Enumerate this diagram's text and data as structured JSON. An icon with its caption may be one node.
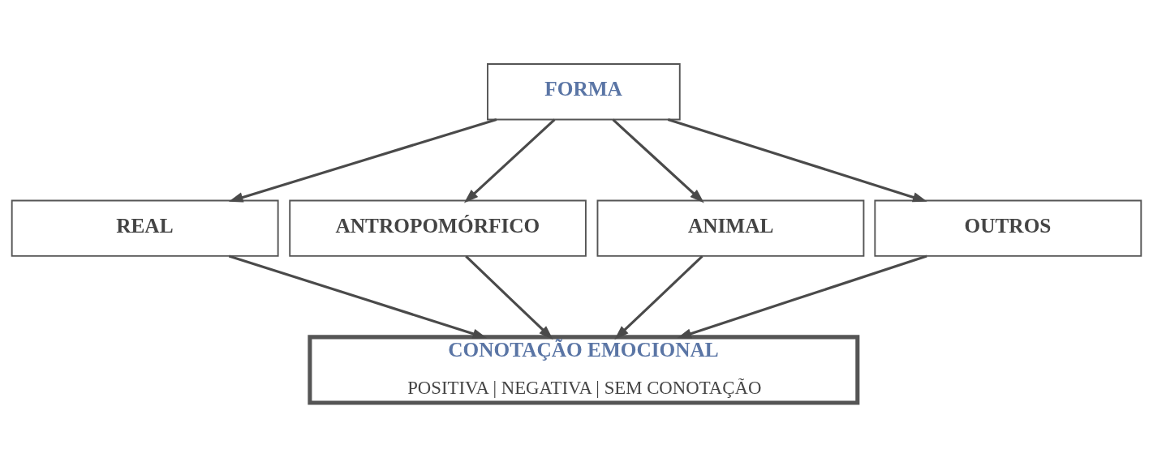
{
  "diagram": {
    "nodes": [
      {
        "text": [
          "FORMA"
        ]
      },
      {
        "text": [
          "REAL"
        ]
      },
      {
        "text": [
          "ANTROPOMÓRFICO"
        ]
      },
      {
        "text": [
          "ANIMAL"
        ]
      },
      {
        "text": [
          "OUTROS"
        ]
      },
      {
        "text": [
          "CONOTAÇÃO EMOCIONAL",
          "POSITIVA | NEGATIVA | SEM CONOTAÇÃO"
        ]
      }
    ],
    "edges": [
      {
        "from": 0,
        "to": 1,
        "arrow": "to"
      },
      {
        "from": 0,
        "to": 2,
        "arrow": "to"
      },
      {
        "from": 0,
        "to": 3,
        "arrow": "to"
      },
      {
        "from": 0,
        "to": 4,
        "arrow": "to"
      },
      {
        "from": 1,
        "to": 5,
        "arrow": "to"
      },
      {
        "from": 2,
        "to": 5,
        "arrow": "to"
      },
      {
        "from": 3,
        "to": 5,
        "arrow": "to"
      },
      {
        "from": 4,
        "to": 5,
        "arrow": "to"
      }
    ]
  }
}
